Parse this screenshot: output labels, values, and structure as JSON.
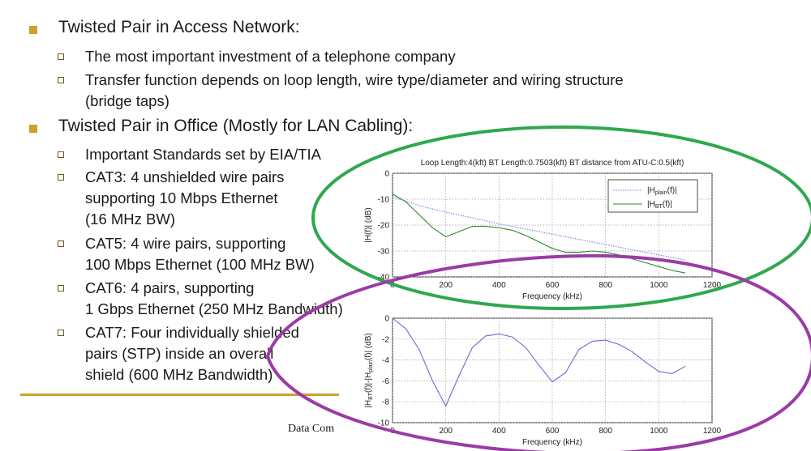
{
  "slide": {
    "items": [
      {
        "level": 1,
        "text": "Twisted Pair in Access Network:"
      },
      {
        "level": 2,
        "text": "The most important investment of a telephone company"
      },
      {
        "level": 2,
        "lines": [
          "Transfer function depends on loop length, wire type/diameter and wiring structure",
          "(bridge taps)"
        ]
      },
      {
        "level": 1,
        "text": "Twisted Pair in Office (Mostly for LAN Cabling):"
      },
      {
        "level": 2,
        "text": "Important Standards set by EIA/TIA"
      },
      {
        "level": 2,
        "lines": [
          "CAT3: 4 unshielded wire pairs",
          "supporting 10 Mbps Ethernet",
          "(16 MHz BW)"
        ]
      },
      {
        "level": 2,
        "lines": [
          "CAT5: 4 wire pairs, supporting",
          "100 Mbps Ethernet (100 MHz BW)"
        ]
      },
      {
        "level": 2,
        "lines": [
          "CAT6: 4 pairs, supporting",
          "1 Gbps Ethernet (250 MHz Bandwidth)"
        ]
      },
      {
        "level": 2,
        "lines": [
          "CAT7: Four individually shielded",
          "pairs (STP) inside an overall",
          "shield (600 MHz Bandwidth)"
        ]
      }
    ],
    "footer": "Data Com"
  },
  "highlight_colors": {
    "green": "#2fa84f",
    "purple": "#9b3ba6"
  },
  "chart_data": [
    {
      "type": "line",
      "title": "Loop Length:4(kft)  BT Length:0.7503(kft)  BT distance from ATU-C:0.5(kft)",
      "xlabel": "Frequency (kHz)",
      "ylabel": "|H(f)|  (dB)",
      "xlim": [
        0,
        1200
      ],
      "ylim": [
        -40,
        0
      ],
      "xticks": [
        0,
        200,
        400,
        600,
        800,
        1000,
        1200
      ],
      "yticks": [
        0,
        -10,
        -20,
        -30,
        -40
      ],
      "grid": true,
      "legend": "top-right",
      "series": [
        {
          "name_main": "|H",
          "name_sub": "plain",
          "name_tail": "(f)|",
          "color": "#7a7adc",
          "dash": true,
          "x": [
            0,
            100,
            200,
            300,
            400,
            500,
            600,
            700,
            800,
            900,
            1000,
            1100
          ],
          "y": [
            -9,
            -12.5,
            -15,
            -17.2,
            -19.5,
            -21.5,
            -23.5,
            -25.5,
            -27.5,
            -29.5,
            -31.5,
            -33.5
          ]
        },
        {
          "name_main": "|H",
          "name_sub": "BT",
          "name_tail": "(f)|",
          "color": "#2e8b2e",
          "dash": false,
          "x": [
            0,
            50,
            100,
            150,
            200,
            250,
            300,
            350,
            400,
            450,
            500,
            550,
            600,
            650,
            700,
            750,
            800,
            850,
            900,
            950,
            1000,
            1050,
            1100
          ],
          "y": [
            -8,
            -11,
            -16,
            -21,
            -24.5,
            -22.5,
            -20.5,
            -20.5,
            -21,
            -22,
            -24,
            -26.5,
            -29,
            -30.5,
            -30.5,
            -30,
            -30.5,
            -31.5,
            -33,
            -34.5,
            -36,
            -37.5,
            -38.5
          ]
        }
      ]
    },
    {
      "type": "line",
      "xlabel": "Frequency (kHz)",
      "ylabel": "|H_BT(f)|-|H_plain(f)| (dB)",
      "ylabel_parts": [
        "|H",
        "BT",
        "(f)|-|H",
        "plain",
        "(f)| (dB)"
      ],
      "xlim": [
        0,
        1200
      ],
      "ylim": [
        -10,
        0
      ],
      "xticks": [
        0,
        200,
        400,
        600,
        800,
        1000,
        1200
      ],
      "yticks": [
        0,
        -2,
        -4,
        -6,
        -8,
        -10
      ],
      "grid": true,
      "series": [
        {
          "color": "#6b6bd6",
          "x": [
            0,
            50,
            100,
            150,
            200,
            250,
            300,
            350,
            400,
            450,
            500,
            550,
            600,
            650,
            700,
            750,
            800,
            850,
            900,
            950,
            1000,
            1050,
            1100
          ],
          "y": [
            0,
            -1,
            -3,
            -6,
            -8.4,
            -5.5,
            -2.8,
            -1.7,
            -1.5,
            -1.8,
            -2.8,
            -4.5,
            -6.1,
            -5.2,
            -3,
            -2.2,
            -2.1,
            -2.5,
            -3.2,
            -4.2,
            -5.1,
            -5.3,
            -4.6
          ]
        }
      ]
    }
  ]
}
